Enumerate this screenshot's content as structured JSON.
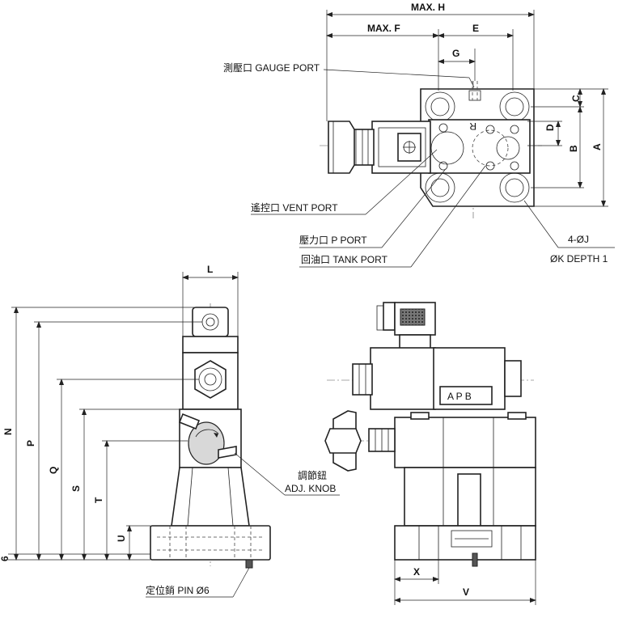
{
  "dimensions": {
    "max_h": "MAX. H",
    "max_f": "MAX. F",
    "e": "E",
    "g": "G",
    "c": "C",
    "d": "D",
    "b": "B",
    "a": "A",
    "l": "L",
    "n": "N",
    "p": "P",
    "q": "Q",
    "s": "S",
    "t": "T",
    "u": "U",
    "six": "6",
    "x": "X",
    "v": "V"
  },
  "callouts": {
    "gauge_port": "測壓口  GAUGE PORT",
    "vent_port": "遙控口  VENT PORT",
    "p_port": "壓力口   P PORT",
    "tank_port": "回油口   TANK PORT",
    "holes_count": "4-ØJ",
    "holes_depth": "ØK DEPTH 1",
    "adj_knob_cn": "調節鈕",
    "adj_knob_en": "ADJ. KNOB",
    "pin": "定位銷  PIN   Ø6",
    "port_r": "R"
  },
  "nameplate": "A  P  B",
  "colors": {
    "line": "#222222",
    "background": "#ffffff",
    "shade": "#d8d8d8"
  }
}
